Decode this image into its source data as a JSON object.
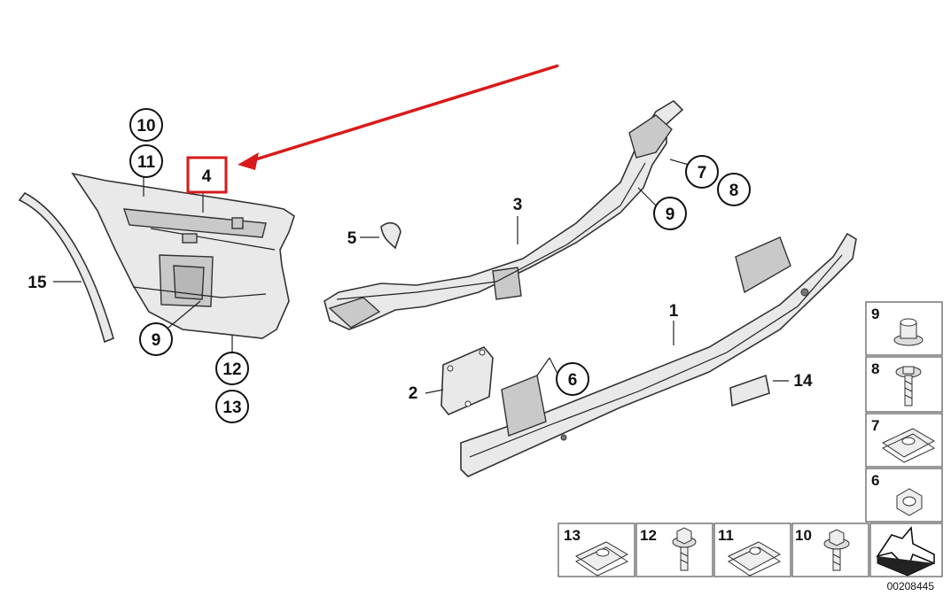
{
  "diagram": {
    "catalog_code": "00208445",
    "highlight_color": "#d91a1a",
    "callouts": {
      "c1": "1",
      "c2": "2",
      "c3": "3",
      "c4": "4",
      "c5": "5",
      "c6": "6",
      "c7": "7",
      "c8": "8",
      "c9a": "9",
      "c9b": "9",
      "c10": "10",
      "c11": "11",
      "c12": "12",
      "c13": "13",
      "c14": "14",
      "c15": "15"
    },
    "legend_side": [
      "9",
      "8",
      "7",
      "6"
    ],
    "legend_bottom": [
      "13",
      "12",
      "11",
      "10"
    ],
    "legend_side_icons": [
      "flange-nut-icon",
      "bolt-washer-icon",
      "clip-nut-icon",
      "hex-nut-icon"
    ],
    "legend_bottom_icons": [
      "clip-nut-icon",
      "bolt-washer-icon",
      "clip-nut-icon",
      "bolt-washer-icon",
      "direction-arrow-icon"
    ]
  }
}
